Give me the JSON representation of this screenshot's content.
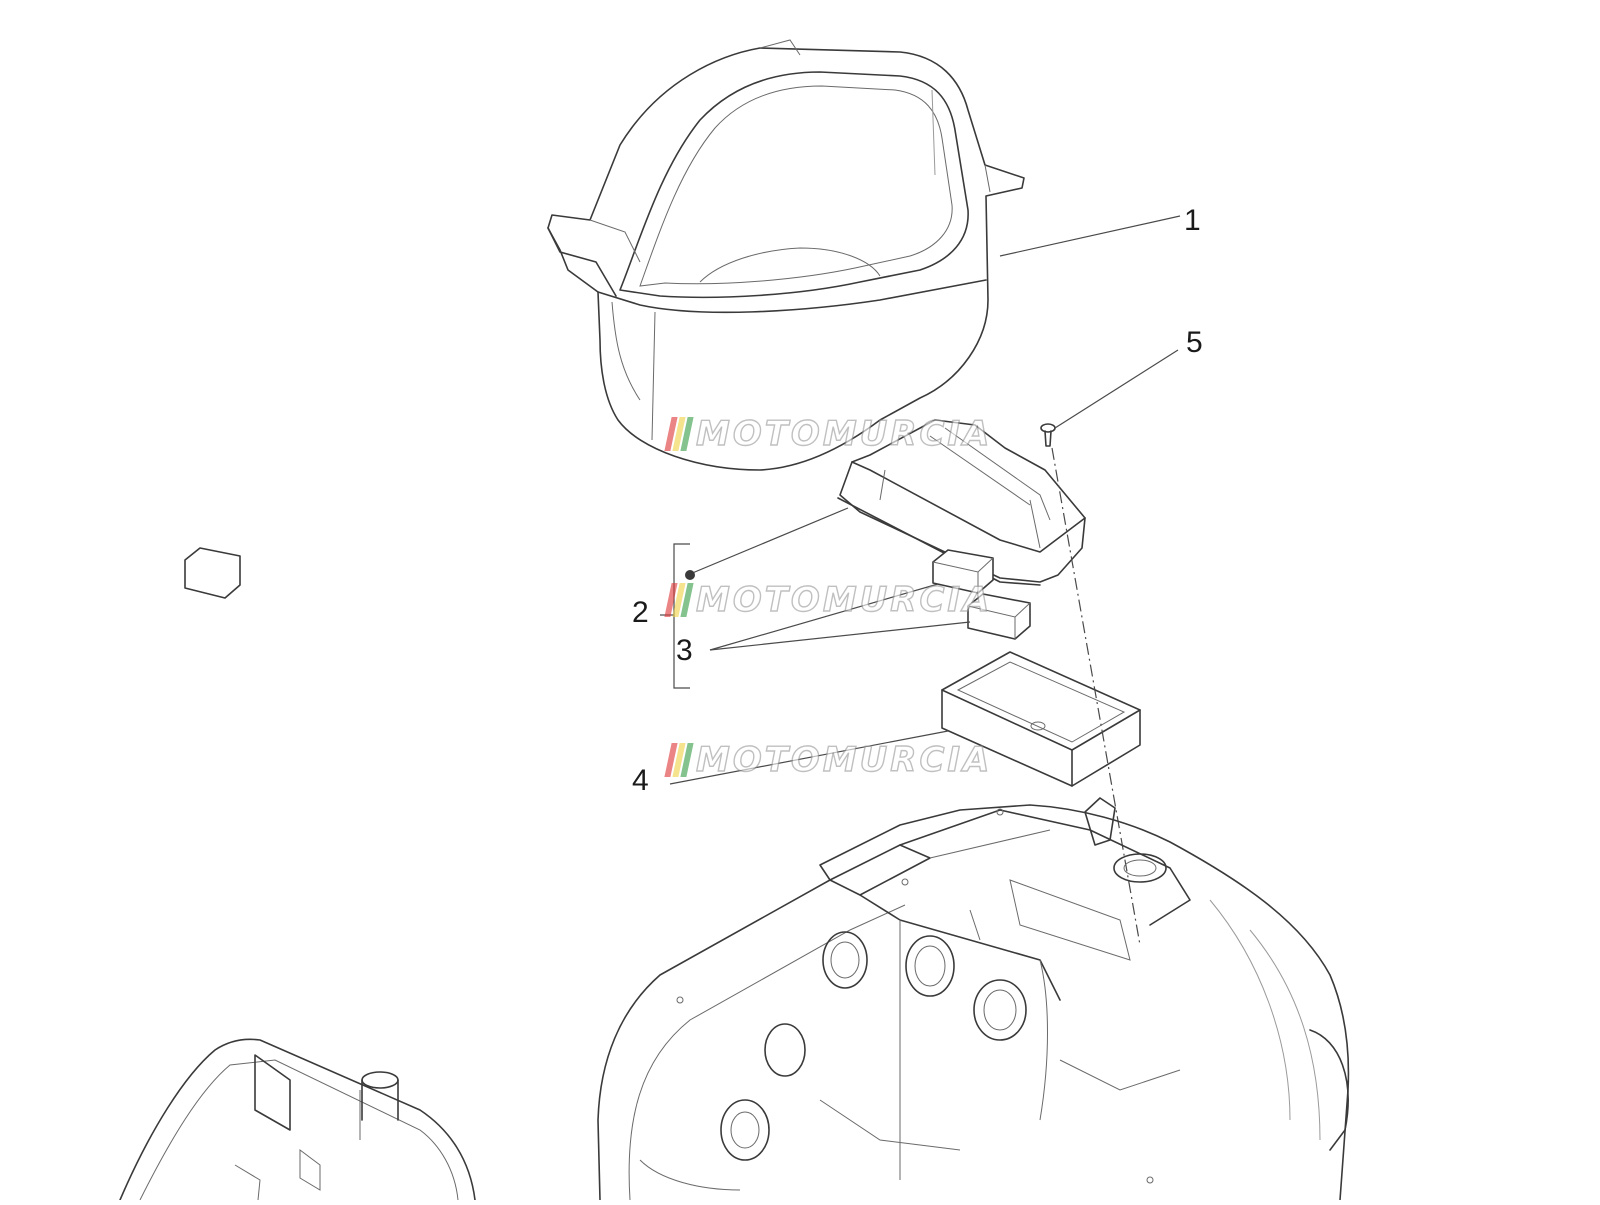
{
  "callouts": [
    {
      "id": "1",
      "label": "1"
    },
    {
      "id": "2",
      "label": "2"
    },
    {
      "id": "3",
      "label": "3"
    },
    {
      "id": "4",
      "label": "4"
    },
    {
      "id": "5",
      "label": "5"
    }
  ],
  "watermark": {
    "text": "MOTOMURCIA",
    "stripe_colors": [
      "#e03a3a",
      "#f0d34a",
      "#3aa04a"
    ]
  },
  "colors": {
    "line": "#3a3a3a",
    "background": "#ffffff"
  }
}
